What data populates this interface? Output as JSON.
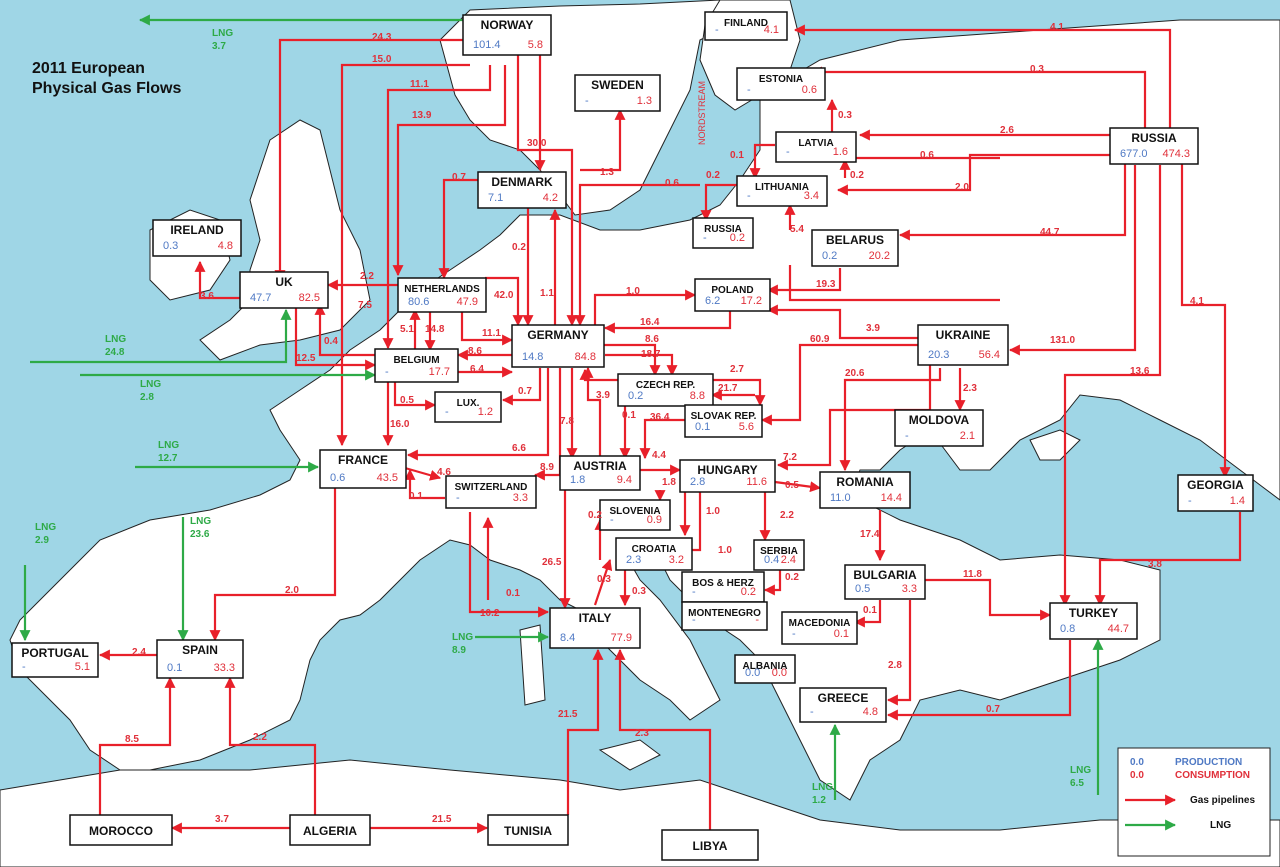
{
  "title_line1": "2011 European",
  "title_line2": "Physical Gas Flows",
  "colors": {
    "sea": "#9fd6e6",
    "land": "#ffffff",
    "pipeline": "#e8202a",
    "lng": "#2eaa47",
    "production": "#4f79c4",
    "consumption": "#e0303a"
  },
  "legend": {
    "production_value": "0.0",
    "production_label": "PRODUCTION",
    "consumption_value": "0.0",
    "consumption_label": "CONSUMPTION",
    "pipelines_label": "Gas pipelines",
    "lng_label": "LNG"
  },
  "nord_stream_label": "NORDSTREAM",
  "countries": [
    {
      "name": "NORWAY",
      "production": "101.4",
      "consumption": "5.8"
    },
    {
      "name": "FINLAND",
      "production": "-",
      "consumption": "4.1"
    },
    {
      "name": "SWEDEN",
      "production": "-",
      "consumption": "1.3"
    },
    {
      "name": "ESTONIA",
      "production": "-",
      "consumption": "0.6"
    },
    {
      "name": "LATVIA",
      "production": "-",
      "consumption": "1.6"
    },
    {
      "name": "LITHUANIA",
      "production": "-",
      "consumption": "3.4"
    },
    {
      "name": "RUSSIA",
      "production": "677.0",
      "consumption": "474.3"
    },
    {
      "name": "RUSSIA",
      "production": "-",
      "consumption": "0.2"
    },
    {
      "name": "DENMARK",
      "production": "7.1",
      "consumption": "4.2"
    },
    {
      "name": "IRELAND",
      "production": "0.3",
      "consumption": "4.8"
    },
    {
      "name": "UK",
      "production": "47.7",
      "consumption": "82.5"
    },
    {
      "name": "NETHERLANDS",
      "production": "80.6",
      "consumption": "47.9"
    },
    {
      "name": "BELARUS",
      "production": "0.2",
      "consumption": "20.2"
    },
    {
      "name": "POLAND",
      "production": "6.2",
      "consumption": "17.2"
    },
    {
      "name": "GERMANY",
      "production": "14.8",
      "consumption": "84.8"
    },
    {
      "name": "BELGIUM",
      "production": "-",
      "consumption": "17.7"
    },
    {
      "name": "UKRAINE",
      "production": "20.3",
      "consumption": "56.4"
    },
    {
      "name": "LUX.",
      "production": "-",
      "consumption": "1.2"
    },
    {
      "name": "CZECH REP.",
      "production": "0.2",
      "consumption": "8.8"
    },
    {
      "name": "SLOVAK REP.",
      "production": "0.1",
      "consumption": "5.6"
    },
    {
      "name": "MOLDOVA",
      "production": "-",
      "consumption": "2.1"
    },
    {
      "name": "FRANCE",
      "production": "0.6",
      "consumption": "43.5"
    },
    {
      "name": "AUSTRIA",
      "production": "1.8",
      "consumption": "9.4"
    },
    {
      "name": "HUNGARY",
      "production": "2.8",
      "consumption": "11.6"
    },
    {
      "name": "SWITZERLAND",
      "production": "-",
      "consumption": "3.3"
    },
    {
      "name": "ROMANIA",
      "production": "11.0",
      "consumption": "14.4"
    },
    {
      "name": "GEORGIA",
      "production": "-",
      "consumption": "1.4"
    },
    {
      "name": "SLOVENIA",
      "production": "-",
      "consumption": "0.9"
    },
    {
      "name": "CROATIA",
      "production": "2.3",
      "consumption": "3.2"
    },
    {
      "name": "SERBIA",
      "production": "0.4",
      "consumption": "2.4"
    },
    {
      "name": "BOS & HERZ",
      "production": "-",
      "consumption": "0.2"
    },
    {
      "name": "BULGARIA",
      "production": "0.5",
      "consumption": "3.3"
    },
    {
      "name": "MONTENEGRO",
      "production": "-",
      "consumption": "-"
    },
    {
      "name": "ITALY",
      "production": "8.4",
      "consumption": "77.9"
    },
    {
      "name": "MACEDONIA",
      "production": "-",
      "consumption": "0.1"
    },
    {
      "name": "TURKEY",
      "production": "0.8",
      "consumption": "44.7"
    },
    {
      "name": "PORTUGAL",
      "production": "-",
      "consumption": "5.1"
    },
    {
      "name": "SPAIN",
      "production": "0.1",
      "consumption": "33.3"
    },
    {
      "name": "ALBANIA",
      "production": "0.0",
      "consumption": "0.0"
    },
    {
      "name": "GREECE",
      "production": "-",
      "consumption": "4.8"
    },
    {
      "name": "MOROCCO"
    },
    {
      "name": "ALGERIA"
    },
    {
      "name": "TUNISIA"
    },
    {
      "name": "LIBYA"
    }
  ],
  "pipeline_flows": [
    "24.3",
    "15.0",
    "11.1",
    "13.9",
    "30.0",
    "1.3",
    "0.6",
    "4.1",
    "0.3",
    "2.6",
    "0.6",
    "0.3",
    "0.1",
    "0.2",
    "0.2",
    "2.0",
    "0.7",
    "0.2",
    "44.7",
    "5.4",
    "19.3",
    "3.9",
    "4.1",
    "1.1",
    "1.0",
    "16.4",
    "8.6",
    "18.7",
    "131.0",
    "60.9",
    "13.6",
    "2.2",
    "7.5",
    "42.0",
    "11.1",
    "5.1",
    "14.8",
    "8.6",
    "6.4",
    "0.7",
    "0.5",
    "16.0",
    "3.6",
    "0.4",
    "12.5",
    "2.7",
    "21.7",
    "0.1",
    "36.4",
    "3.9",
    "7.8",
    "20.6",
    "2.3",
    "6.6",
    "8.9",
    "4.6",
    "0.1",
    "4.4",
    "1.8",
    "7.2",
    "0.5",
    "1.0",
    "1.0",
    "2.2",
    "0.2",
    "26.5",
    "0.1",
    "10.2",
    "0.3",
    "0.3",
    "17.4",
    "11.8",
    "0.1",
    "2.8",
    "3.8",
    "0.7",
    "2.0",
    "2.4",
    "8.5",
    "2.2",
    "3.7",
    "21.5",
    "21.5",
    "2.3",
    "0.2"
  ],
  "lng_flows": [
    "3.7",
    "24.8",
    "2.8",
    "12.7",
    "2.9",
    "23.6",
    "8.9",
    "1.2",
    "6.5"
  ],
  "lng_label": "LNG"
}
